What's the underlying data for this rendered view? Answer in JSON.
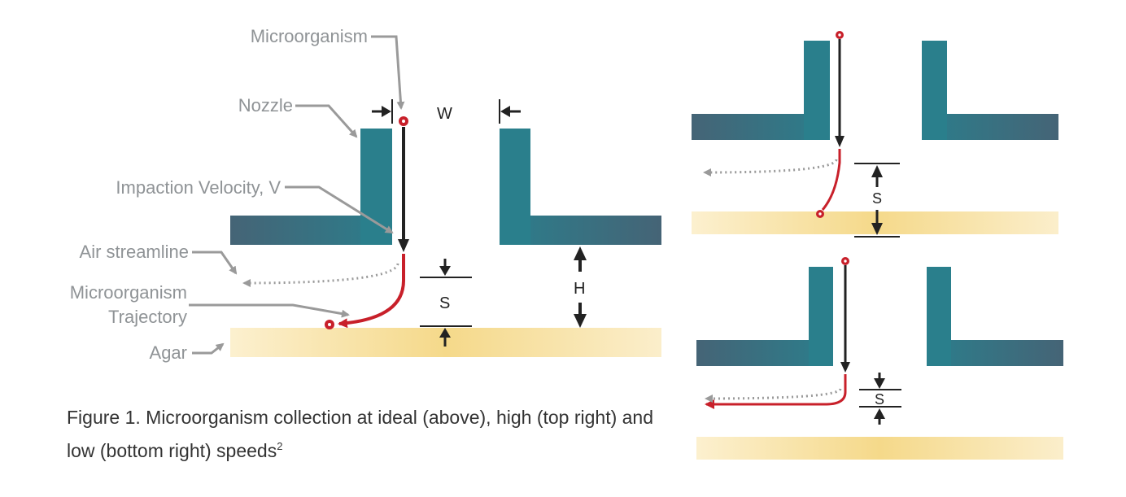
{
  "labels": {
    "microorganism": "Microorganism",
    "nozzle": "Nozzle",
    "impaction_velocity": "Impaction Velocity, V",
    "air_streamline": "Air streamline",
    "trajectory_line1": "Microorganism",
    "trajectory_line2": "Trajectory",
    "agar": "Agar"
  },
  "dimensions": {
    "width": "W",
    "height": "H",
    "spacing": "S"
  },
  "caption": {
    "text": "Figure 1. Microorganism collection at ideal (above), high (top right) and low (bottom right) speeds",
    "superscript": "2"
  },
  "colors": {
    "nozzle": "#2a7f8c",
    "nozzle_dark": "#3c6577",
    "agar": "#f5d98a",
    "trajectory": "#c8202a",
    "velocity_line": "#222222",
    "streamline": "#9a9a9a",
    "label_gray": "#8f9396"
  }
}
